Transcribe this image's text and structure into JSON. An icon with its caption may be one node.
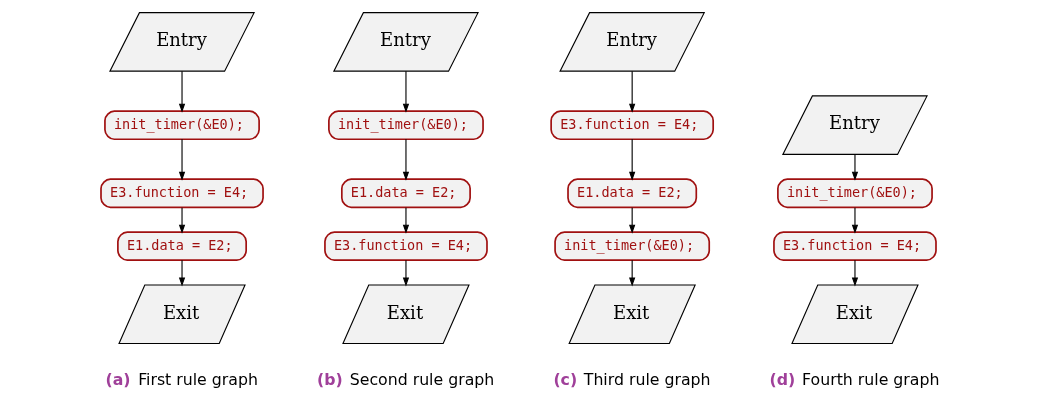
{
  "diagram": {
    "nodes": [
      {
        "text": [
          "Entry"
        ]
      },
      {
        "text": [
          "init_timer(&E0);"
        ]
      },
      {
        "text": [
          "E3.function = E4;"
        ]
      },
      {
        "text": [
          "E1.data = E2;"
        ]
      },
      {
        "text": [
          "Exit"
        ]
      },
      {
        "text": [
          "Entry"
        ]
      },
      {
        "text": [
          "init_timer(&E0);"
        ]
      },
      {
        "text": [
          "E1.data = E2;"
        ]
      },
      {
        "text": [
          "E3.function = E4;"
        ]
      },
      {
        "text": [
          "Exit"
        ]
      },
      {
        "text": [
          "Entry"
        ]
      },
      {
        "text": [
          "E3.function = E4;"
        ]
      },
      {
        "text": [
          "E1.data = E2;"
        ]
      },
      {
        "text": [
          "init_timer(&E0);"
        ]
      },
      {
        "text": [
          "Exit"
        ]
      },
      {
        "text": [
          "Entry"
        ]
      },
      {
        "text": [
          "init_timer(&E0);"
        ]
      },
      {
        "text": [
          "E3.function = E4;"
        ]
      },
      {
        "text": [
          "Exit"
        ]
      }
    ],
    "edges": [
      {
        "from": 0,
        "to": 1,
        "arrow": "to"
      },
      {
        "from": 1,
        "to": 2,
        "arrow": "to"
      },
      {
        "from": 2,
        "to": 3,
        "arrow": "to"
      },
      {
        "from": 3,
        "to": 4,
        "arrow": "to"
      },
      {
        "from": 5,
        "to": 6,
        "arrow": "to"
      },
      {
        "from": 6,
        "to": 7,
        "arrow": "to"
      },
      {
        "from": 7,
        "to": 8,
        "arrow": "to"
      },
      {
        "from": 8,
        "to": 9,
        "arrow": "to"
      },
      {
        "from": 10,
        "to": 11,
        "arrow": "to"
      },
      {
        "from": 11,
        "to": 12,
        "arrow": "to"
      },
      {
        "from": 12,
        "to": 13,
        "arrow": "to"
      },
      {
        "from": 13,
        "to": 14,
        "arrow": "to"
      },
      {
        "from": 15,
        "to": 16,
        "arrow": "to"
      },
      {
        "from": 16,
        "to": 17,
        "arrow": "to"
      },
      {
        "from": 17,
        "to": 18,
        "arrow": "to"
      }
    ],
    "labels": [
      "**(a)** First rule graph",
      "**(b)** Second rule graph",
      "**(c)** Third rule graph",
      "**(d)** Fourth rule graph"
    ]
  }
}
